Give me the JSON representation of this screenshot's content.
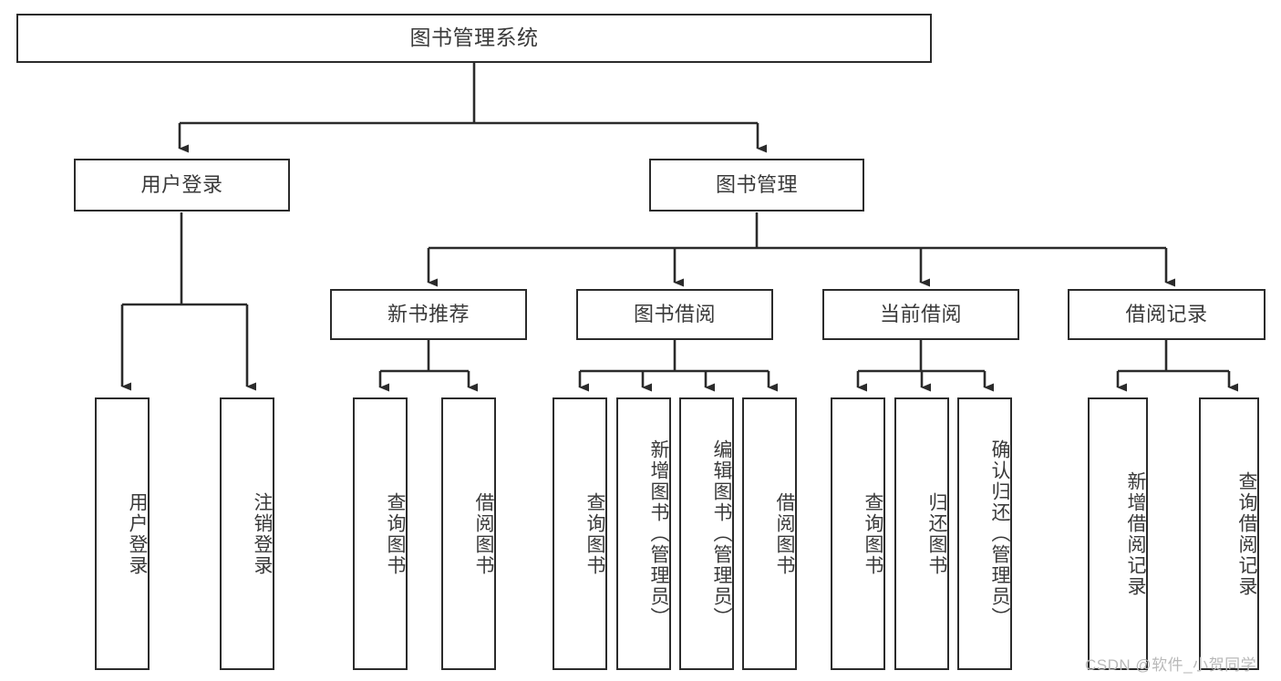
{
  "diagram": {
    "type": "tree-hierarchy-chart",
    "title": "图书管理系统",
    "stroke_color": "#2b2b2b",
    "text_color": "#3a3a3a",
    "background": "#ffffff",
    "root": {
      "label": "图书管理系统"
    },
    "level2": [
      {
        "label": "用户登录"
      },
      {
        "label": "图书管理"
      }
    ],
    "level3": [
      {
        "label": "新书推荐"
      },
      {
        "label": "图书借阅"
      },
      {
        "label": "当前借阅"
      },
      {
        "label": "借阅记录"
      }
    ],
    "leaves": {
      "user_login": [
        {
          "label": "用户登录"
        },
        {
          "label": "注销登录"
        }
      ],
      "new_book": [
        {
          "label": "查询图书"
        },
        {
          "label": "借阅图书"
        }
      ],
      "book_borrow": [
        {
          "label": "查询图书"
        },
        {
          "label": "新增图书（管理员）"
        },
        {
          "label": "编辑图书（管理员）"
        },
        {
          "label": "借阅图书"
        }
      ],
      "current_borrow": [
        {
          "label": "查询图书"
        },
        {
          "label": "归还图书"
        },
        {
          "label": "确认归还（管理员）"
        }
      ],
      "borrow_record": [
        {
          "label": "新增借阅记录"
        },
        {
          "label": "查询借阅记录"
        }
      ]
    },
    "watermark": "CSDN @软件_小贺同学"
  }
}
